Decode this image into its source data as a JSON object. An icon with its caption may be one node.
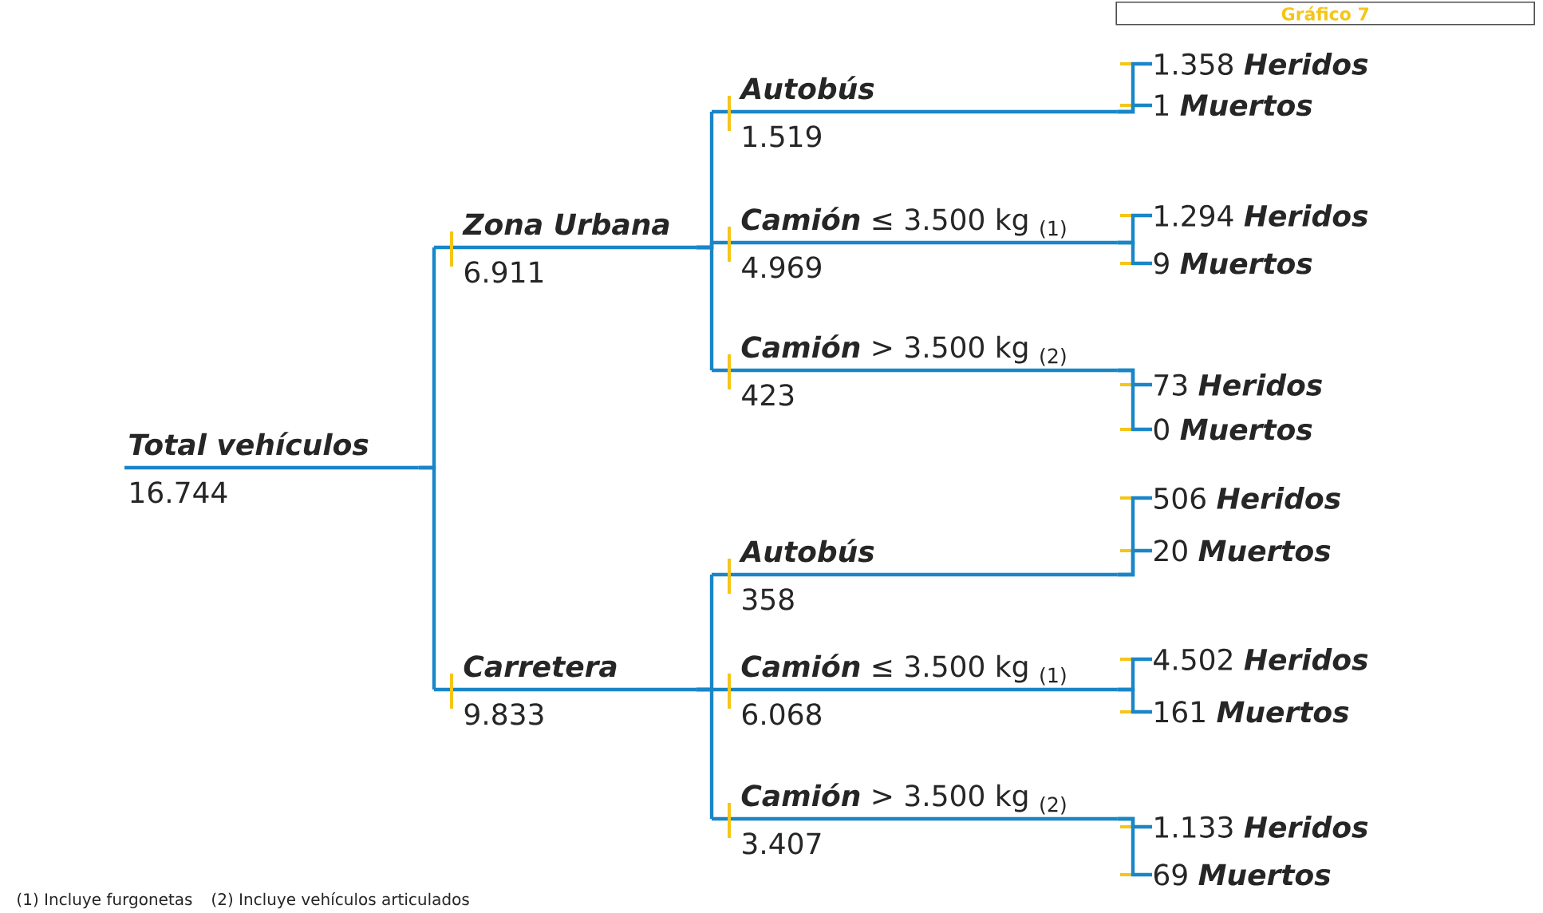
{
  "diagram": {
    "nodes": [
      {
        "text": [
          "Gráfico 7"
        ]
      },
      {
        "text": [
          "Total vehículos",
          "16.744"
        ]
      },
      {
        "text": [
          "Zona Urbana",
          "6.911"
        ]
      },
      {
        "text": [
          "Carretera",
          "9.833"
        ]
      },
      {
        "text": [
          "Autobús",
          "1.519"
        ]
      },
      {
        "text": [
          "**Camión** ≤ 3.500 kg $_{(1)}$",
          "4.969"
        ]
      },
      {
        "text": [
          "**Camión** > 3.500 kg $_{(2)}$",
          "423"
        ]
      },
      {
        "text": [
          "Autobús",
          "358"
        ]
      },
      {
        "text": [
          "**Camión** ≤ 3.500 kg $_{(1)}$",
          "6.068"
        ]
      },
      {
        "text": [
          "**Camión** > 3.500 kg $_{(2)}$",
          "3.407"
        ]
      },
      {
        "text": [
          "1.358 **Heridos**"
        ]
      },
      {
        "text": [
          "1 **Muertos**"
        ]
      },
      {
        "text": [
          "1.294 **Heridos**"
        ]
      },
      {
        "text": [
          "9 **Muertos**"
        ]
      },
      {
        "text": [
          "73 **Heridos**"
        ]
      },
      {
        "text": [
          "0 **Muertos**"
        ]
      },
      {
        "text": [
          "506 **Heridos**"
        ]
      },
      {
        "text": [
          "20 **Muertos**"
        ]
      },
      {
        "text": [
          "4.502 **Heridos**"
        ]
      },
      {
        "text": [
          "161 **Muertos**"
        ]
      },
      {
        "text": [
          "1.133 **Heridos**"
        ]
      },
      {
        "text": [
          "69 **Muertos**"
        ]
      }
    ],
    "edges": [
      {
        "from": 1,
        "to": 2,
        "arrow": "none"
      },
      {
        "from": 1,
        "to": 3,
        "arrow": "none"
      },
      {
        "from": 2,
        "to": 4,
        "arrow": "none"
      },
      {
        "from": 2,
        "to": 5,
        "arrow": "none"
      },
      {
        "from": 2,
        "to": 6,
        "arrow": "none"
      },
      {
        "from": 3,
        "to": 7,
        "arrow": "none"
      },
      {
        "from": 3,
        "to": 8,
        "arrow": "none"
      },
      {
        "from": 3,
        "to": 9,
        "arrow": "none"
      },
      {
        "from": 4,
        "to": 10,
        "arrow": "none"
      },
      {
        "from": 4,
        "to": 11,
        "arrow": "none"
      },
      {
        "from": 5,
        "to": 12,
        "arrow": "none"
      },
      {
        "from": 5,
        "to": 13,
        "arrow": "none"
      },
      {
        "from": 6,
        "to": 14,
        "arrow": "none"
      },
      {
        "from": 6,
        "to": 15,
        "arrow": "none"
      },
      {
        "from": 7,
        "to": 16,
        "arrow": "none"
      },
      {
        "from": 7,
        "to": 17,
        "arrow": "none"
      },
      {
        "from": 8,
        "to": 18,
        "arrow": "none"
      },
      {
        "from": 8,
        "to": 19,
        "arrow": "none"
      },
      {
        "from": 9,
        "to": 20,
        "arrow": "none"
      },
      {
        "from": 9,
        "to": 21,
        "arrow": "none"
      }
    ],
    "labels": [
      "(1) Incluye furgonetas",
      "(2) Incluye vehículos articulados"
    ]
  }
}
